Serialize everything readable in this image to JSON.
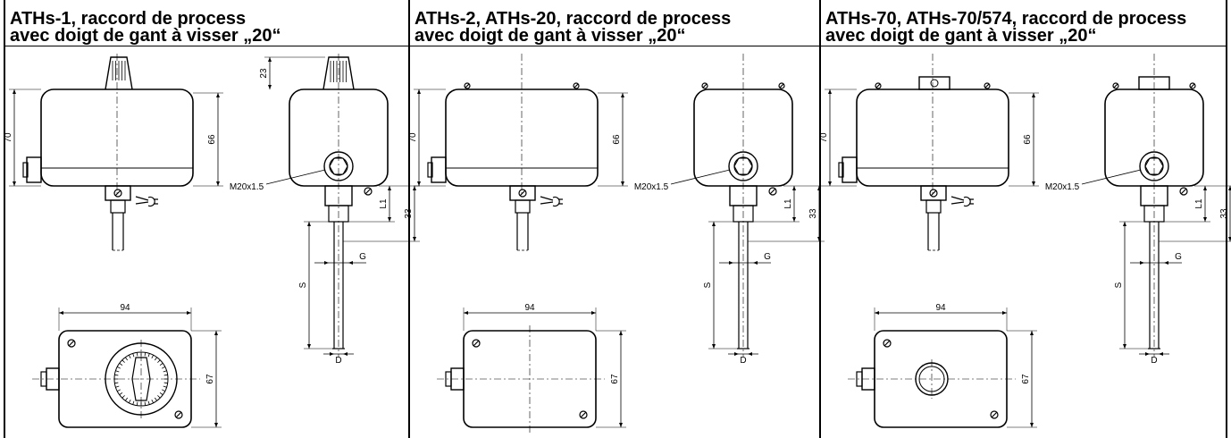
{
  "panels": [
    {
      "title_line1": "ATHs-1, raccord de process",
      "title_line2": "avec doigt de gant à visser „20“",
      "variant": "dial",
      "head": "knob",
      "dims": {
        "height_total": "70",
        "height_body": "66",
        "knob_height": "23",
        "thread": "M20x1.5",
        "l1": "L1",
        "d33": "33",
        "s": "S",
        "g": "G",
        "d": "D",
        "width": "94",
        "depth": "67"
      }
    },
    {
      "title_line1": "ATHs-2, ATHs-20, raccord de process",
      "title_line2": "avec doigt de gant à visser „20“",
      "variant": "plain",
      "head": "screws",
      "dims": {
        "height_total": "70",
        "height_body": "66",
        "thread": "M20x1.5",
        "l1": "L1",
        "d33": "33",
        "s": "S",
        "g": "G",
        "d": "D",
        "width": "94",
        "depth": "67"
      }
    },
    {
      "title_line1": "ATHs-70, ATHs-70/574, raccord de process",
      "title_line2": "avec doigt de gant à visser „20“",
      "variant": "small-knob",
      "head": "plug",
      "dims": {
        "height_total": "70",
        "height_body": "66",
        "thread": "M20x1.5",
        "l1": "L1",
        "d33": "33",
        "s": "S",
        "g": "G",
        "d": "D",
        "width": "94",
        "depth": "67"
      }
    }
  ]
}
